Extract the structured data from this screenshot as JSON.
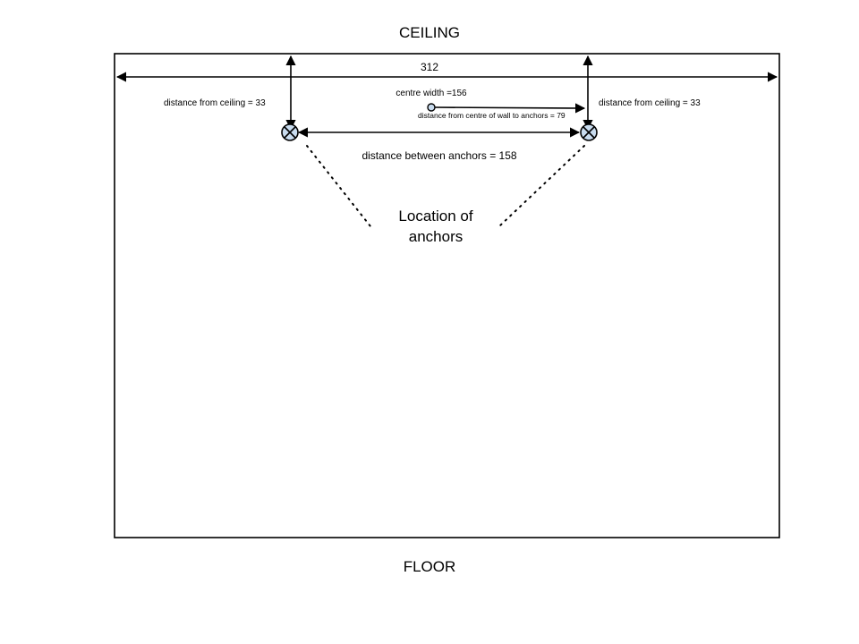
{
  "labels": {
    "ceiling": "CEILING",
    "floor": "FLOOR",
    "wall_width": "312",
    "centre_width": "centre width =156",
    "distance_from_ceiling_left": "distance from ceiling = 33",
    "distance_from_ceiling_right": "distance from ceiling = 33",
    "distance_centre_to_anchors": "distance from centre of wall to anchors = 79",
    "distance_between_anchors": "distance between anchors = 158",
    "location_line1": "Location of",
    "location_line2": "anchors"
  },
  "colors": {
    "anchor_fill": "#c9dcef",
    "centre_fill": "#c9dcef",
    "line": "#000000"
  },
  "icons": {
    "anchor": "circled-x-icon",
    "centre": "small-circle-icon"
  }
}
